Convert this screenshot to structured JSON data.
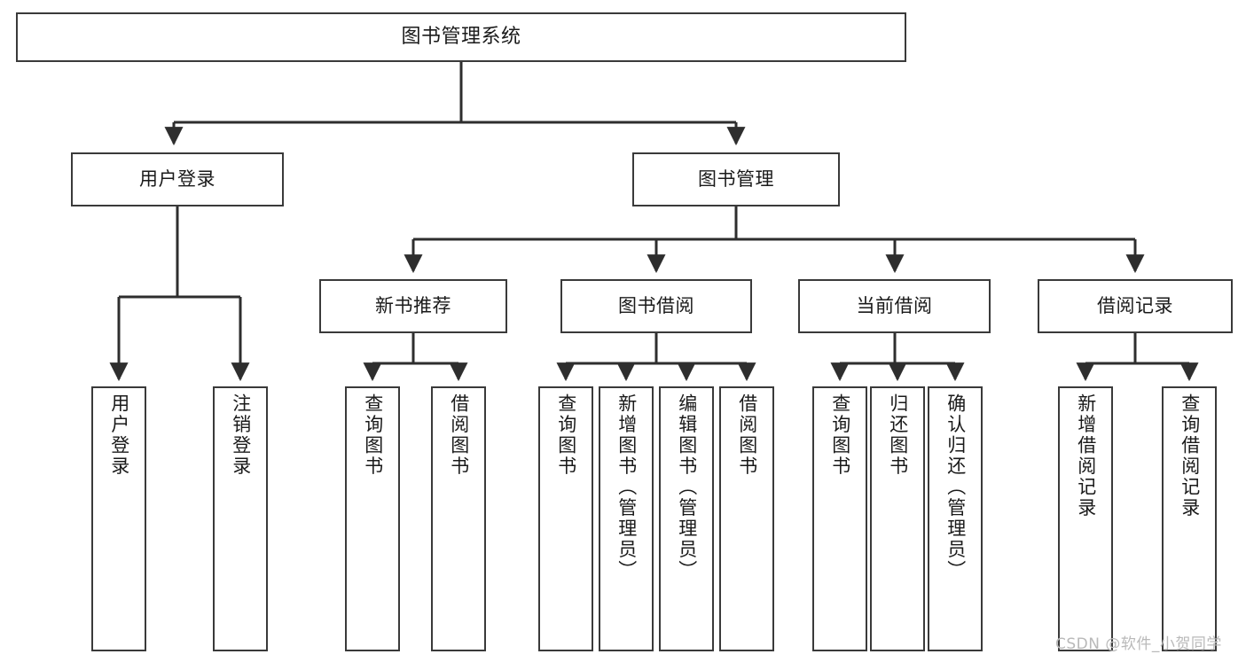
{
  "diagram": {
    "title": "图书管理系统",
    "type": "tree-hierarchy",
    "root": {
      "label": "图书管理系统"
    },
    "level1": [
      {
        "label": "用户登录"
      },
      {
        "label": "图书管理"
      }
    ],
    "level2": [
      {
        "label": "新书推荐"
      },
      {
        "label": "图书借阅"
      },
      {
        "label": "当前借阅"
      },
      {
        "label": "借阅记录"
      }
    ],
    "leaves": {
      "user_login": [
        {
          "label": "用户登录"
        },
        {
          "label": "注销登录"
        }
      ],
      "new_book_recommend": [
        {
          "label": "查询图书"
        },
        {
          "label": "借阅图书"
        }
      ],
      "book_borrow": [
        {
          "label": "查询图书"
        },
        {
          "label": "新增图书（管理员）"
        },
        {
          "label": "编辑图书（管理员）"
        },
        {
          "label": "借阅图书"
        }
      ],
      "current_borrow": [
        {
          "label": "查询图书"
        },
        {
          "label": "归还图书"
        },
        {
          "label": "确认归还（管理员）"
        }
      ],
      "borrow_records": [
        {
          "label": "新增借阅记录"
        },
        {
          "label": "查询借阅记录"
        }
      ]
    }
  },
  "watermark": {
    "text": "CSDN @软件_小贺同学"
  },
  "colors": {
    "border": "#3a3a3a",
    "background": "#ffffff",
    "text": "#1a1a1a",
    "watermark": "#b9b9b9"
  }
}
